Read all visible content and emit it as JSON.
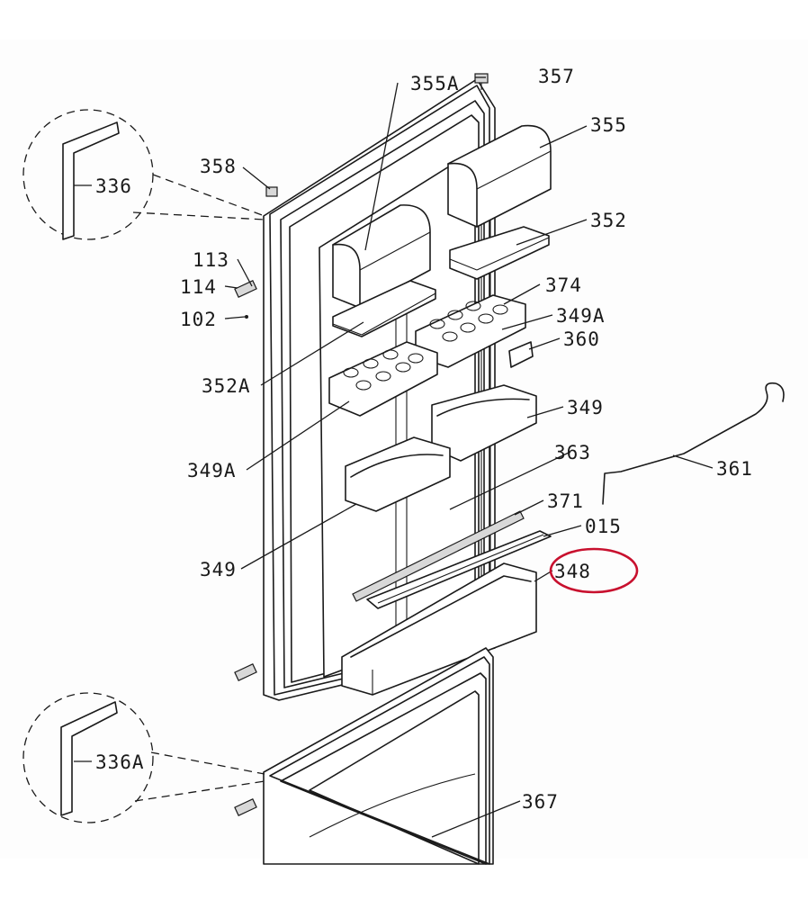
{
  "labels": {
    "p355a": "355A",
    "p357": "357",
    "p355": "355",
    "p358": "358",
    "p336": "336",
    "p352": "352",
    "p113": "113",
    "p114": "114",
    "p102": "102",
    "p374": "374",
    "p349a_right": "349A",
    "p360": "360",
    "p352a": "352A",
    "p349_right": "349",
    "p349a_left": "349A",
    "p363": "363",
    "p361": "361",
    "p371": "371",
    "p015": "015",
    "p348": "348",
    "p349_left": "349",
    "p336a": "336A",
    "p367": "367"
  },
  "highlight": {
    "target": "348",
    "color": "#c8102e"
  }
}
